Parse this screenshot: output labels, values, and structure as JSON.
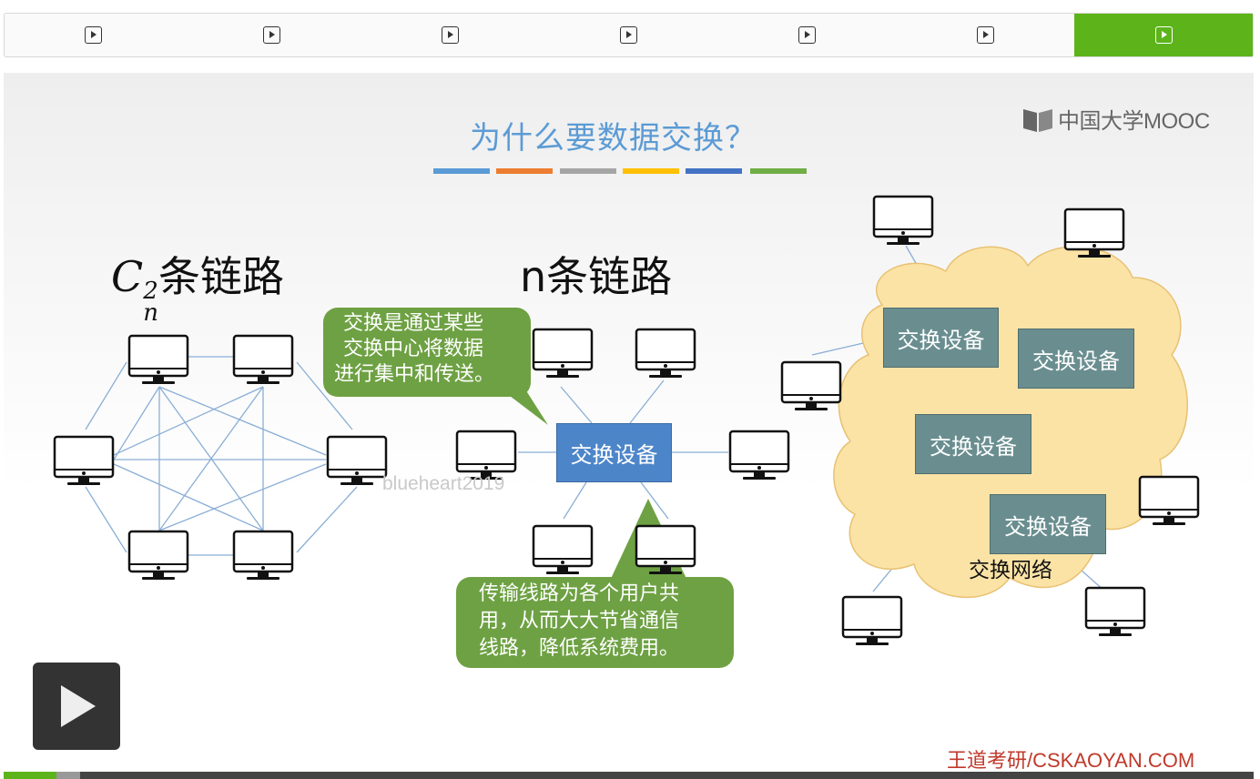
{
  "tabs": [
    {
      "label": "",
      "active": false
    },
    {
      "label": "",
      "active": false
    },
    {
      "label": "",
      "active": false
    },
    {
      "label": "",
      "active": false
    },
    {
      "label": "",
      "active": false
    },
    {
      "label": "",
      "active": false
    },
    {
      "label": "",
      "active": true
    }
  ],
  "slide": {
    "title": "为什么要数据交换？",
    "logo_text": "中国大学MOOC",
    "title_bar_colors": [
      "#5b9bd5",
      "#ed7d31",
      "#a5a5a5",
      "#ffc000",
      "#4472c4",
      "#70ad47"
    ],
    "heading_mesh_suffix": "条链路",
    "heading_mesh_sub": "n",
    "heading_mesh_sup": "2",
    "heading_mesh_base": "C",
    "heading_star": "n条链路",
    "switch_label": "交换设备",
    "network_label": "交换网络",
    "bubble_top": [
      "交换是通过某些",
      "交换中心将数据",
      "进行集中和传送。"
    ],
    "bubble_bottom": [
      "传输线路为各个用户共",
      "用，从而大大节省通信",
      "线路，降低系统费用。"
    ],
    "watermark": "blueheart2019",
    "footer": "王道考研/CSKAOYAN.COM",
    "switch_color": "#6a8e90",
    "switch_center_color": "#4d85c9",
    "bubble_color": "#6ea143",
    "cloud_color": "#fbe3a6"
  },
  "player": {
    "play_icon": "play-icon",
    "progress_fraction": 0.042,
    "accent": "#5cb41a"
  }
}
